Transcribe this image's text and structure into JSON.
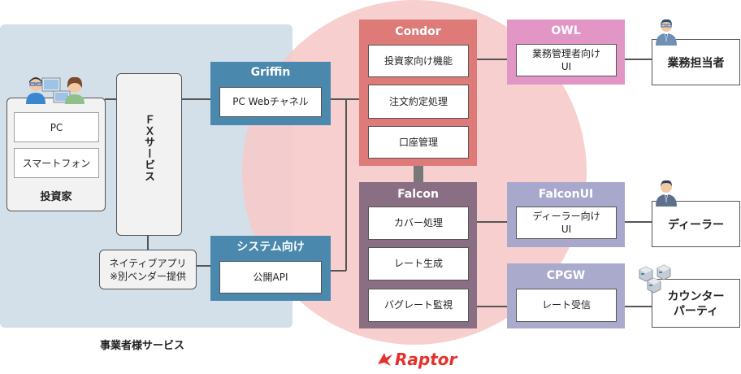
{
  "client_region": {
    "caption": "事業者様サービス"
  },
  "investor": {
    "pc": "PC",
    "smartphone": "スマートフォン",
    "label": "投資家"
  },
  "fx_service": {
    "label": "ＦＸサービス"
  },
  "native_app": {
    "line1": "ネイティブアプリ",
    "line2": "※別ベンダー提供"
  },
  "griffin": {
    "title": "Griffin",
    "item": "PC Webチャネル"
  },
  "system_api": {
    "title": "システム向け",
    "item": "公開API"
  },
  "condor": {
    "title": "Condor",
    "items": [
      "投資家向け機能",
      "注文約定処理",
      "口座管理"
    ]
  },
  "falcon": {
    "title": "Falcon",
    "items": [
      "カバー処理",
      "レート生成",
      "バグレート監視"
    ]
  },
  "owl": {
    "title": "OWL",
    "line1": "業務管理者向け",
    "line2": "UI"
  },
  "falconui": {
    "title": "FalconUI",
    "line1": "ディーラー向け",
    "line2": "UI"
  },
  "cpgw": {
    "title": "CPGW",
    "item": "レート受信"
  },
  "actors": {
    "business": "業務担当者",
    "dealer": "ディーラー",
    "counterparty_line1": "カウンター",
    "counterparty_line2": "パーティ"
  },
  "brand": {
    "name": "Raptor"
  },
  "colors": {
    "griffin": "#4a88ad",
    "condor": "#de7a78",
    "falcon": "#8a6e84",
    "owl": "#e296c6",
    "falconui": "#a8a8cd",
    "cpgw": "#aaaacc",
    "region": "#d3dfe9",
    "circle": "#f6caca",
    "brand": "#e5302b"
  }
}
